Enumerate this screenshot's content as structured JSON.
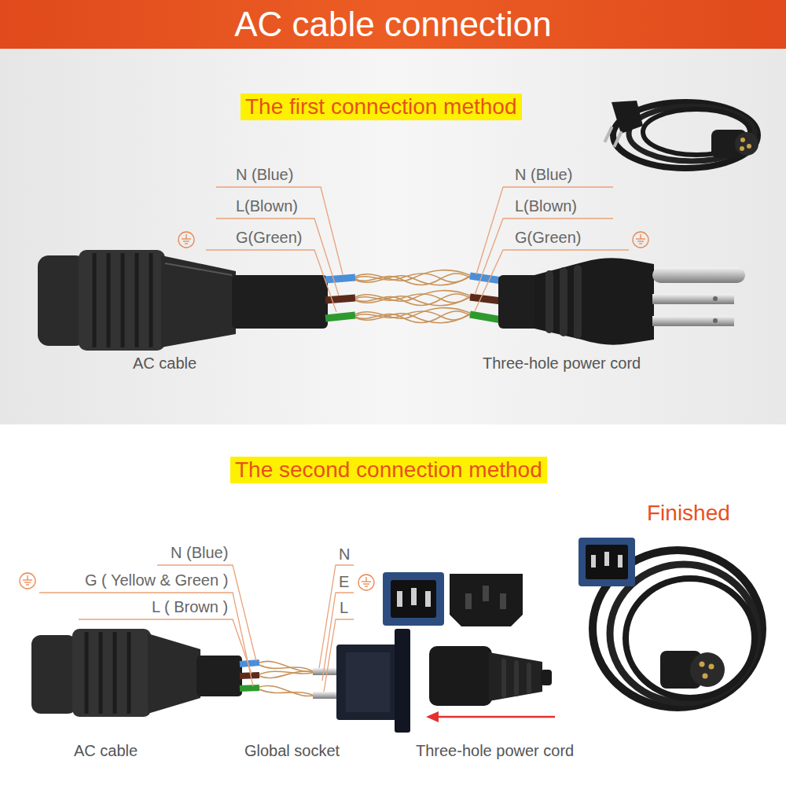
{
  "diagram": {
    "title": "AC cable connection",
    "nodes": [
      {
        "text": [
          "The first connection method"
        ]
      },
      {
        "text": [
          "The second connection method"
        ]
      }
    ],
    "labels": [
      "N (Blue)",
      "L(Blown)",
      "G(Green)",
      "N (Blue)",
      "L(Blown)",
      "G(Green)",
      "AC cable",
      "Three-hole power cord",
      "N (Blue)",
      "G ( Yellow & Green )",
      "L ( Brown )",
      "N",
      "E",
      "L",
      "Finished",
      "AC cable",
      "Global socket",
      "Three-hole power cord"
    ]
  }
}
